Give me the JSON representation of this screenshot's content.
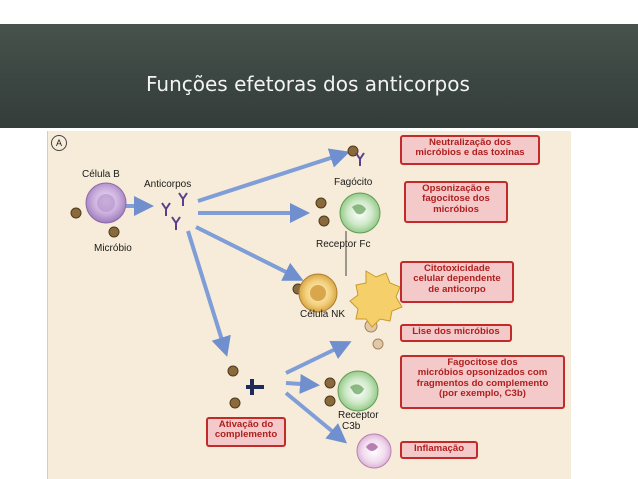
{
  "slide": {
    "title": "Funções efetoras dos anticorpos"
  },
  "diagram": {
    "panel_letter": "A",
    "labels": {
      "b_cell": "Célula B",
      "antibodies": "Anticorpos",
      "microbe": "Micróbio",
      "phagocyte": "Fagócito",
      "fc_receptor": "Receptor Fc",
      "nk_cell": "Célula NK",
      "c3b_receptor_line1": "Receptor",
      "c3b_receptor_line2": "C3b"
    },
    "functions": {
      "neutralization": "Neutralização dos\nmicróbios e das toxinas",
      "opsonization": "Opsonização e\nfagocitose dos\nmicróbios",
      "adcc": "Citotoxicidade\ncelular dependente\nde anticorpo",
      "lysis": "Lise dos micróbios",
      "complement_phagocytosis": "Fagocitose dos\nmicróbios opsonizados com\nfragmentos do complemento\n(por exemplo, C3b)",
      "inflammation": "Inflamação",
      "complement_activation": "Ativação do\ncomplemento"
    },
    "colors": {
      "box_fill": "#f3c9c9",
      "box_border": "#c32a2a",
      "box_text": "#b01f1f",
      "arrow": "#7f9dd6"
    }
  }
}
